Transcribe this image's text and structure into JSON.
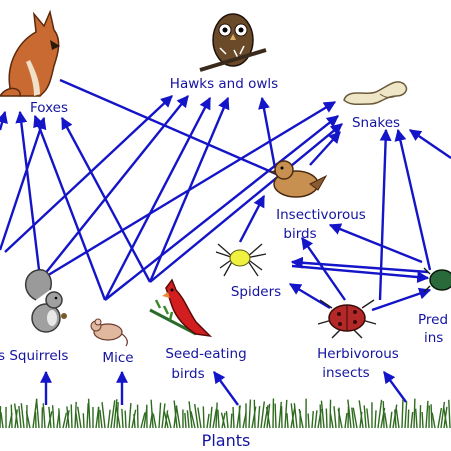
{
  "labels": {
    "foxes": "Foxes",
    "hawks_owls": "Hawks and owls",
    "snakes": "Snakes",
    "insectivorous_birds_1": "Insectivorous",
    "insectivorous_birds_2": "birds",
    "spiders": "Spiders",
    "predatory_insects_1": "Pred",
    "predatory_insects_2": "ins",
    "squirrels": "s Squirrels",
    "mice": "Mice",
    "seed_eating_birds_1": "Seed-eating",
    "seed_eating_birds_2": "birds",
    "herbivorous_insects_1": "Herbivorous",
    "herbivorous_insects_2": "insects",
    "plants": "Plants"
  },
  "colors": {
    "arrow": "#1414c8",
    "text": "#1414a0",
    "grass": "#2f6b1e",
    "fox": "#c86a32",
    "cardinal": "#d21e1e"
  },
  "icons": [
    "fox",
    "owl",
    "snake",
    "insectivorous-bird",
    "spider",
    "beetle",
    "predatory-beetle",
    "squirrel",
    "mouse",
    "cardinal",
    "grass"
  ]
}
